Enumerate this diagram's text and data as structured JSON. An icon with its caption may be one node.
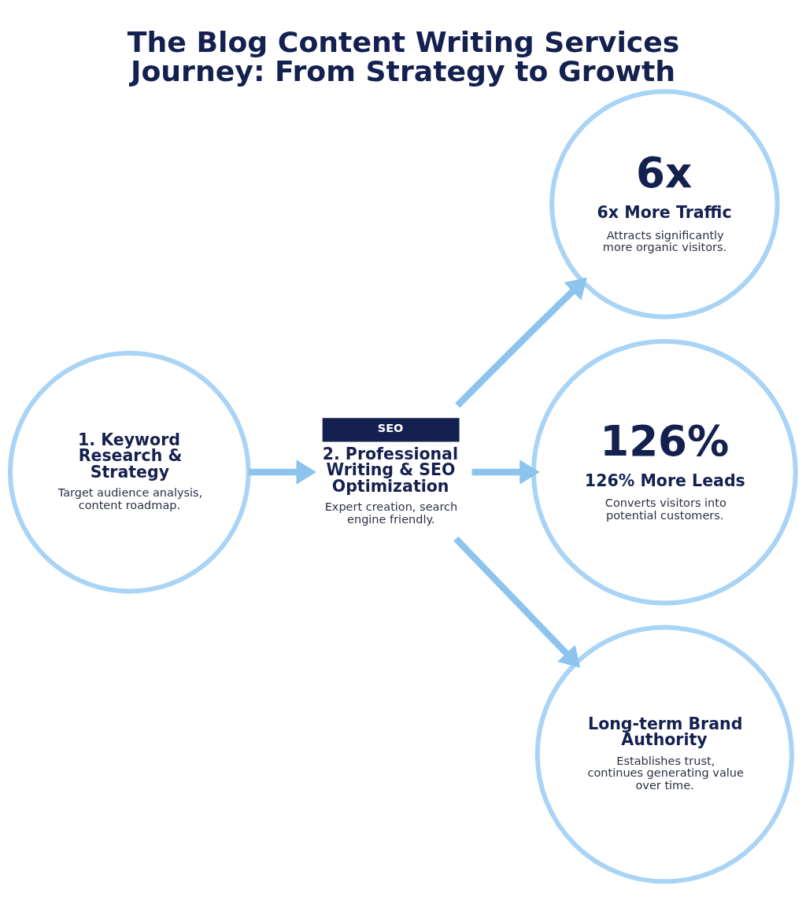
{
  "diagram": {
    "title": "The Blog Content Writing Services Journey: From Strategy to Growth",
    "nodes": [
      {
        "text": [
          "1. Keyword Research & Strategy",
          "Target audience analysis, content roadmap."
        ]
      },
      {
        "text": [
          "SEO",
          "2. Professional Writing & SEO Optimization",
          "Expert creation, search engine friendly."
        ]
      },
      {
        "text": [
          "6x",
          "6x More Traffic",
          "Attracts significantly more organic visitors."
        ]
      },
      {
        "text": [
          "126%",
          "126% More Leads",
          "Converts visitors into potential customers."
        ]
      },
      {
        "text": [
          "Long-term Brand Authority",
          "Establishes trust, continues generating value over time."
        ]
      }
    ],
    "edges": [
      {
        "from": 0,
        "to": 1,
        "arrow": "to"
      },
      {
        "from": 1,
        "to": 2,
        "arrow": "to"
      },
      {
        "from": 1,
        "to": 3,
        "arrow": "to"
      },
      {
        "from": 1,
        "to": 4,
        "arrow": "to"
      }
    ]
  }
}
